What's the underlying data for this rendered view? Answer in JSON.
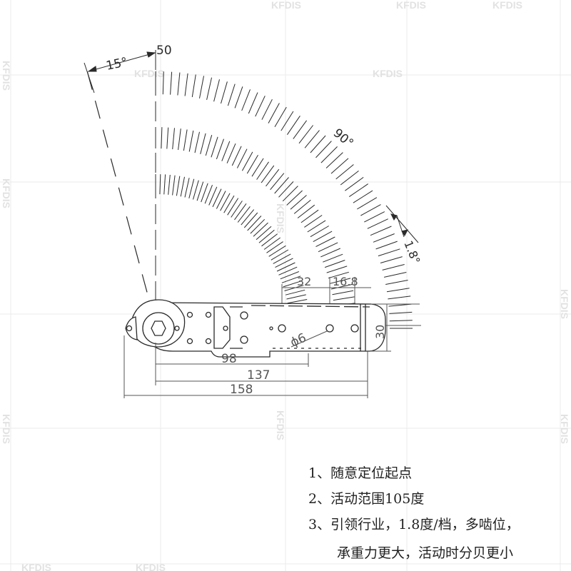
{
  "drawing": {
    "angle_start": "15°",
    "radius_label": "50",
    "sweep_angle": "90°",
    "step_angle": "1.8°",
    "hole_diameter": "ϕ6",
    "dim_32": "32",
    "dim_16_8": "16.8",
    "dim_30": "30",
    "dim_98": "98",
    "dim_137": "137",
    "dim_158": "158"
  },
  "notes": [
    "1、随意定位起点",
    "2、活动范围105度",
    "3、引领行业，1.8度/档，多啮位，",
    "承重力更大，活动时分贝更小"
  ],
  "watermark": "KFDIS",
  "colors": {
    "line": "#2a2a2a",
    "dim": "#555555",
    "watermark": "#e3e3e3"
  }
}
